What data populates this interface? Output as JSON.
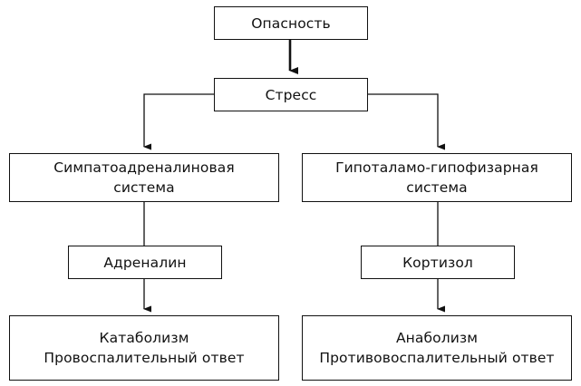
{
  "nodes": {
    "danger": {
      "label": "Опасность"
    },
    "stress": {
      "label": "Стресс"
    },
    "sympathoadrenal": {
      "line1": "Симпатоадреналиновая",
      "line2": "система"
    },
    "hypothalamic": {
      "line1": "Гипоталамо-гипофизарная",
      "line2": "система"
    },
    "adrenaline": {
      "label": "Адреналин"
    },
    "cortisol": {
      "label": "Кортизол"
    },
    "catabolism": {
      "line1": "Катаболизм",
      "line2": "Провоспалительный ответ"
    },
    "anabolism": {
      "line1": "Анаболизм",
      "line2": "Противовоспалительный ответ"
    }
  },
  "edges": [
    {
      "from": "danger",
      "to": "stress",
      "arrow": true
    },
    {
      "from": "stress",
      "to": "sympathoadrenal",
      "arrow": true
    },
    {
      "from": "stress",
      "to": "hypothalamic",
      "arrow": true
    },
    {
      "from": "sympathoadrenal",
      "to": "adrenaline",
      "arrow": false
    },
    {
      "from": "hypothalamic",
      "to": "cortisol",
      "arrow": false
    },
    {
      "from": "adrenaline",
      "to": "catabolism",
      "arrow": true
    },
    {
      "from": "cortisol",
      "to": "anabolism",
      "arrow": true
    }
  ],
  "colors": {
    "stroke": "#111111",
    "background": "#ffffff"
  }
}
